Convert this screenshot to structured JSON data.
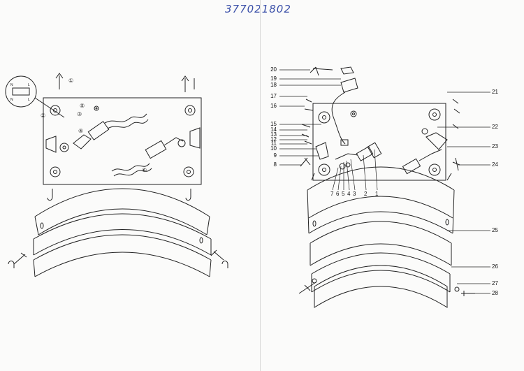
{
  "document": {
    "number": "377021802"
  },
  "left_view": {
    "callouts": [
      {
        "id": "c1",
        "label": "①"
      },
      {
        "id": "c2",
        "label": "②"
      },
      {
        "id": "c3",
        "label": "③"
      },
      {
        "id": "c4",
        "label": "④"
      },
      {
        "id": "c5",
        "label": "⑤"
      },
      {
        "id": "c6",
        "label": "⑥"
      }
    ],
    "connector_marks": [
      "N",
      "L",
      "N",
      "L"
    ]
  },
  "right_view": {
    "callouts_left": [
      "20",
      "19",
      "18",
      "17",
      "16",
      "15",
      "14",
      "13",
      "12",
      "11",
      "10",
      "9",
      "8"
    ],
    "callouts_bottom": [
      "7",
      "6",
      "5",
      "4",
      "3",
      "2",
      "1"
    ],
    "callouts_right": [
      "21",
      "22",
      "23",
      "24",
      "25",
      "26",
      "27",
      "28"
    ]
  }
}
